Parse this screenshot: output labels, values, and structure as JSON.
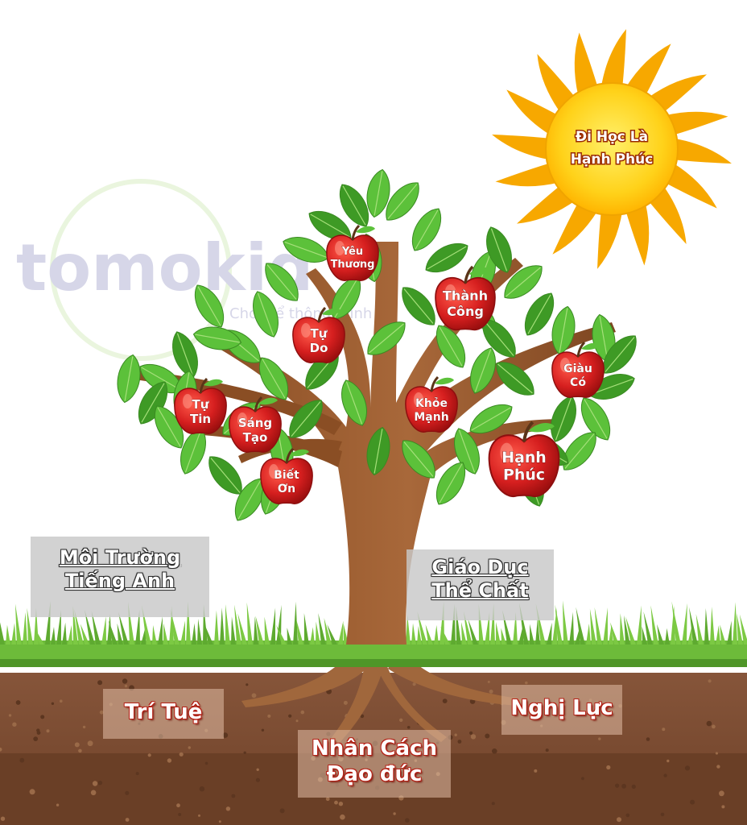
{
  "sun": {
    "line1": "Đi Học Là",
    "line2": "Hạnh Phúc"
  },
  "apples": {
    "yeu_thuong": {
      "line1": "Yêu",
      "line2": "Thương"
    },
    "thanh_cong": {
      "line1": "Thành",
      "line2": "Công"
    },
    "tu_do": {
      "line1": "Tự",
      "line2": "Do"
    },
    "giau_co": {
      "line1": "Giàu",
      "line2": "Có"
    },
    "tu_tin": {
      "line1": "Tự",
      "line2": "Tin"
    },
    "khoe_manh": {
      "line1": "Khỏe",
      "line2": "Mạnh"
    },
    "sang_tao": {
      "line1": "Sáng",
      "line2": "Tạo"
    },
    "hanh_phuc": {
      "line1": "Hạnh",
      "line2": "Phúc"
    },
    "biet_on": {
      "line1": "Biết",
      "line2": "Ơn"
    }
  },
  "ground_labels": {
    "moi_truong": {
      "line1": "Môi Trường",
      "line2": "Tiếng Anh"
    },
    "giao_duc": {
      "line1": "Giáo Dục",
      "line2": "Thể Chất"
    }
  },
  "soil_labels": {
    "tri_tue": "Trí Tuệ",
    "nghi_luc": "Nghị Lực",
    "nhan_cach": {
      "line1": "Nhân Cách",
      "line2": "Đạo đức"
    }
  },
  "watermark": {
    "brand": "tomokid",
    "tagline": "Chơi để thông minh"
  },
  "colors": {
    "sun": "#ffc20e",
    "sun_ray": "#f7a800",
    "apple": "#d61f1f",
    "leaf": "#5cc13a",
    "leaf_dark": "#3e9a25",
    "trunk": "#9b5a2c",
    "grass": "#6dbb3a",
    "soil": "#7a4a2e",
    "soil_dark": "#5c3620"
  }
}
